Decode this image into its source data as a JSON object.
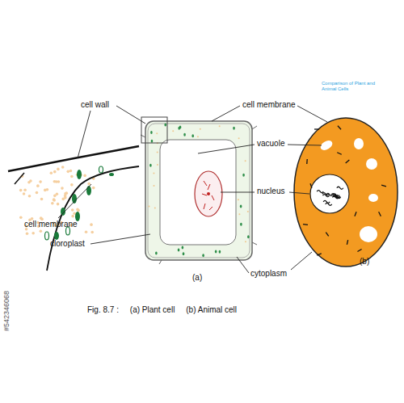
{
  "diagram": {
    "caption": "Fig. 8.7 :     (a) Plant cell     (b) Animal cell",
    "labels": [
      "cell wall",
      "cell membrane",
      "vacuole",
      "nucleus",
      "cell membrane",
      "cloroplast",
      "cytoplasm",
      "(a)",
      "(b)",
      "Comparison of Plant and Animal Cells",
      "#542346068"
    ]
  }
}
